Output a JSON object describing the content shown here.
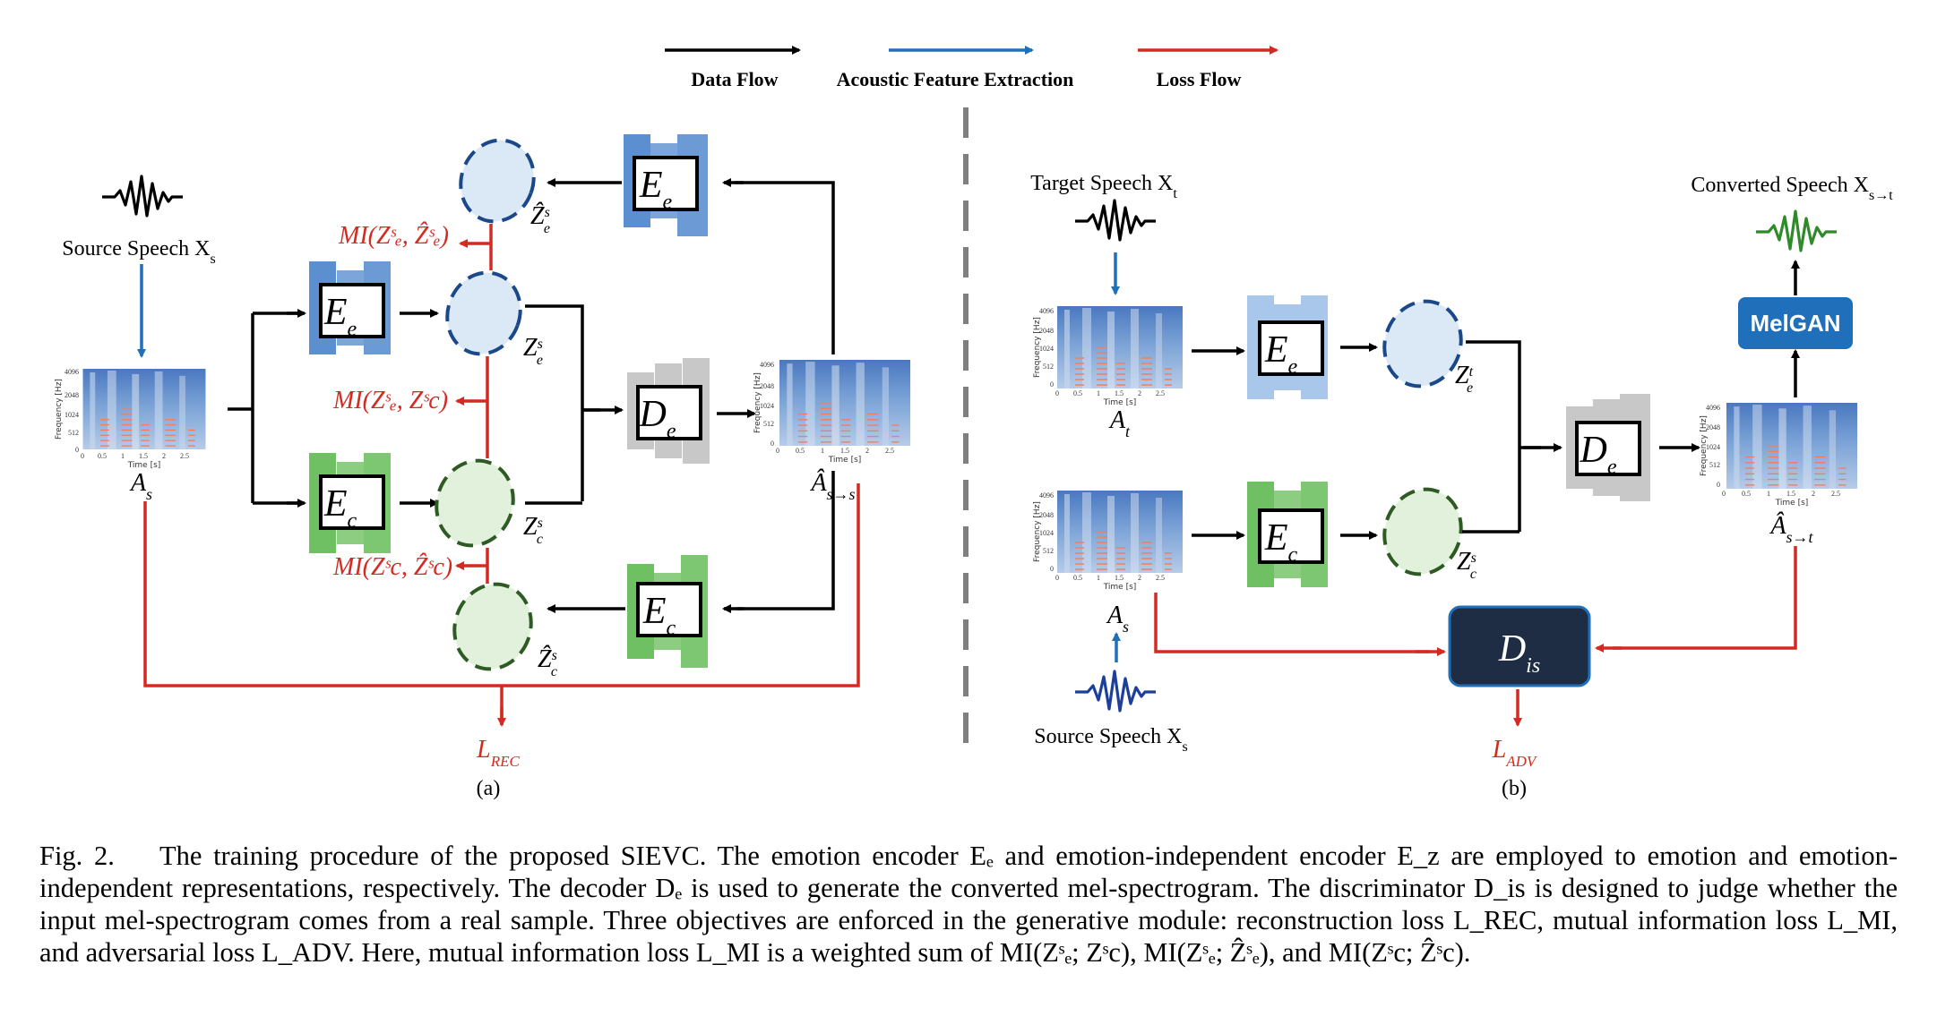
{
  "legend": {
    "data_flow": "Data Flow",
    "acoustic": "Acoustic Feature Extraction",
    "loss_flow": "Loss Flow"
  },
  "colors": {
    "data": "#000000",
    "acoustic": "#1f6fba",
    "loss": "#d42a22",
    "emotion_block": "#5b8fd0",
    "content_block": "#6fc063",
    "gray_block": "#c8c8c8",
    "dis": "#1e2d44",
    "melgan": "#1f6fba"
  },
  "panel_a": {
    "source": "Source Speech X",
    "source_sub": "s",
    "a_s": "A",
    "a_s_sub": "s",
    "a_hat": "Â",
    "a_hat_sub": "s→s",
    "ee": "E",
    "ee_sub": "e",
    "ec": "E",
    "ec_sub": "c",
    "de": "D",
    "de_sub": "e",
    "ze_hat": "Ẑ",
    "ze": "Z",
    "zc": "Z",
    "zc_hat": "Ẑ",
    "z_sup": "s",
    "z_sub_e": "e",
    "z_sub_c": "c",
    "mi_1": "MI(Zˢₑ, Ẑˢₑ)",
    "mi_2": "MI(Zˢₑ, Zˢc)",
    "mi_3": "MI(Zˢc, Ẑˢc)",
    "loss": "L",
    "loss_sub": "REC",
    "label": "(a)"
  },
  "panel_b": {
    "target": "Target Speech X",
    "target_sub": "t",
    "source": "Source Speech X",
    "source_sub": "s",
    "converted": "Converted Speech X",
    "converted_sub": "s→t",
    "a_t": "A",
    "a_t_sub": "t",
    "a_s": "A",
    "a_s_sub": "s",
    "a_hat": "Â",
    "a_hat_sub": "s→t",
    "ee": "E",
    "ee_sub": "e",
    "ec": "E",
    "ec_sub": "c",
    "de": "D",
    "de_sub": "e",
    "zet": "Z",
    "zet_sup": "t",
    "zet_sub": "e",
    "zcs": "Z",
    "zcs_sup": "s",
    "zcs_sub": "c",
    "melgan": "MelGAN",
    "dis": "D",
    "dis_sub": "is",
    "loss": "L",
    "loss_sub": "ADV",
    "label": "(b)"
  },
  "spectrogram": {
    "yticks": [
      "4096",
      "2048",
      "1024",
      "512",
      "0"
    ],
    "xticks": [
      "0",
      "0.5",
      "1",
      "1.5",
      "2",
      "2.5"
    ],
    "ylabel": "Frequency [Hz]",
    "xlabel": "Time [s]"
  },
  "caption": {
    "lead": "Fig. 2.",
    "text": "The training procedure of the proposed SIEVC. The emotion encoder Eₑ and emotion-independent encoder E_z are employed to emotion and emotion-independent representations, respectively. The decoder Dₑ is used to generate the converted mel-spectrogram. The discriminator D_is is designed to judge whether the input mel-spectrogram comes from a real sample. Three objectives are enforced in the generative module: reconstruction loss L_REC, mutual information loss L_MI, and adversarial loss L_ADV. Here, mutual information loss L_MI is a weighted sum of MI(Zˢₑ; Zˢc), MI(Zˢₑ; Ẑˢₑ), and MI(Zˢc; Ẑˢc)."
  }
}
